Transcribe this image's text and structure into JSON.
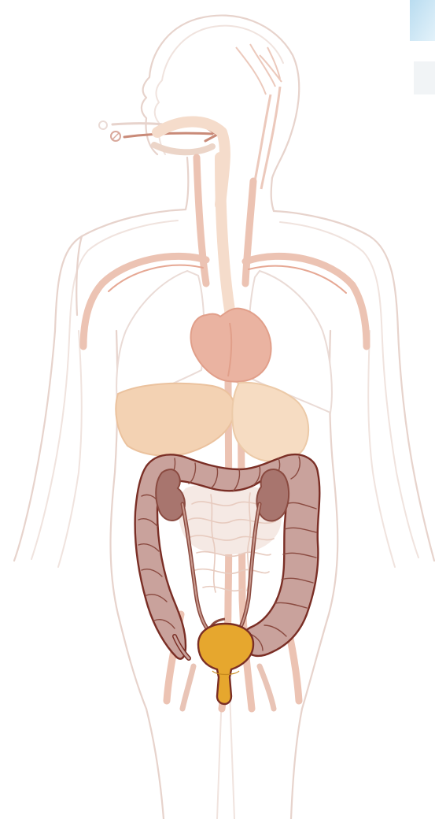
{
  "figure": {
    "subject": "human-body-organ-system",
    "highlighted_organs": [
      "large-intestine",
      "kidneys",
      "ureters",
      "bladder"
    ],
    "colors": {
      "body_outline": "#e7d3cc",
      "vessels": "#ecc3b3",
      "heart": "#eab3a1",
      "lungs": "#ffffff",
      "liver": "#f3d2b3",
      "stomach": "#f6dcc2",
      "colon_fill": "#c9a29c",
      "colon_outline": "#7a2e25",
      "kidneys": "#a8756e",
      "bladder": "#e6a72e",
      "corner_accent": "#cfe8f5"
    }
  }
}
